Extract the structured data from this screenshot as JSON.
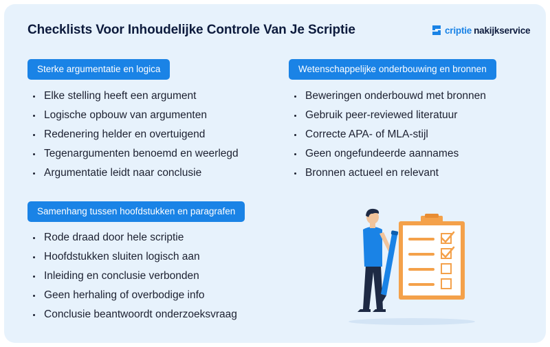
{
  "header": {
    "title": "Checklists Voor Inhoudelijke Controle Van Je Scriptie",
    "brand": {
      "part1": "criptie",
      "part2": "nakijkservice",
      "logo_icon": "s-logo-icon"
    }
  },
  "sections": [
    {
      "heading": "Sterke argumentatie en logica",
      "items": [
        "Elke stelling heeft een argument",
        "Logische opbouw van argumenten",
        "Redenering helder en overtuigend",
        "Tegenargumenten benoemd en weerlegd",
        "Argumentatie leidt naar conclusie"
      ]
    },
    {
      "heading": "Wetenschappelijke onderbouwing en bronnen",
      "items": [
        "Beweringen onderbouwd met bronnen",
        "Gebruik peer-reviewed literatuur",
        "Correcte APA- of MLA-stijl",
        "Geen ongefundeerde aannames",
        "Bronnen actueel en relevant"
      ]
    },
    {
      "heading": "Samenhang tussen hoofdstukken en paragrafen",
      "items": [
        "Rode draad door hele scriptie",
        "Hoofdstukken sluiten logisch aan",
        "Inleiding en conclusie verbonden",
        "Geen herhaling of overbodige info",
        "Conclusie beantwoordt onderzoeksvraag"
      ]
    }
  ],
  "illustration": {
    "icon": "person-with-checklist-icon",
    "checklist_state": [
      true,
      true,
      false,
      false
    ]
  },
  "colors": {
    "background": "#e7f2fc",
    "accent": "#1a83e6",
    "title": "#0d1b3d",
    "clipboard": "#f4a14a"
  }
}
